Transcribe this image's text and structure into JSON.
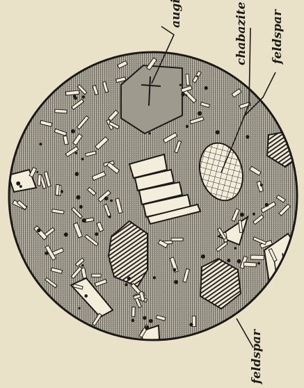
{
  "labels": {
    "augite": "augite",
    "chabazite": "chabazite",
    "feldspar_top": "feldspar",
    "feldspar_bottom": "feldspar"
  },
  "colors": {
    "paper": "#e9e2c8",
    "ink": "#1c1a16",
    "groundmass": "#9a968a",
    "crystal_light": "#f3eedc"
  }
}
